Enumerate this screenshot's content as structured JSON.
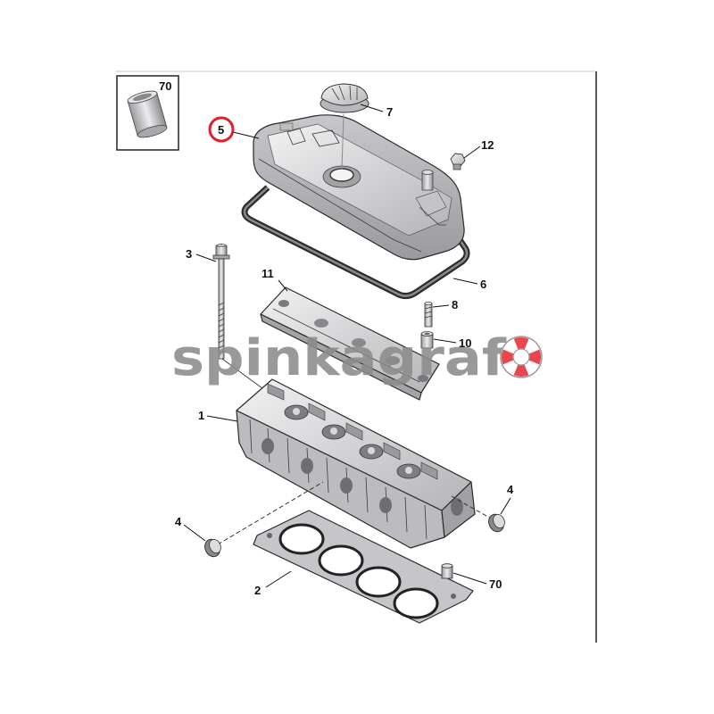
{
  "labels": {
    "part_70_box": "70",
    "part_7": "7",
    "part_5": "5",
    "part_12": "12",
    "part_3": "3",
    "part_11": "11",
    "part_6": "6",
    "part_8": "8",
    "part_10": "10",
    "part_1": "1",
    "part_4_left": "4",
    "part_4_right": "4",
    "part_2": "2",
    "part_70": "70"
  },
  "highlighted_part": "5",
  "watermark": {
    "text": "spinkagraf",
    "logo": "lifebuoy-icon"
  },
  "colors": {
    "highlight": "#e0202a",
    "part_fill": "#d2d2d5",
    "outline": "#2a2a2a",
    "watermark": "#8c8c8c",
    "logo_red": "#e8474f"
  }
}
